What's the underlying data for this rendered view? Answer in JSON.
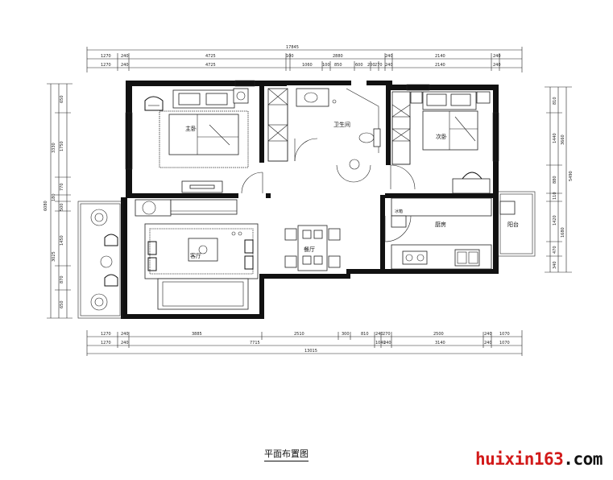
{
  "caption": "平面布置图",
  "watermark": {
    "part1": "huixin163",
    "part2": ".com"
  },
  "rooms": {
    "master_bedroom": "主卧",
    "bathroom": "卫生间",
    "second_bedroom": "次卧",
    "living": "客厅",
    "dining": "餐厅",
    "kitchen": "厨房",
    "balcony": "阳台",
    "fridge": "冰箱"
  },
  "dims_top_total": "17845",
  "dims_top_row1": [
    "1270",
    "240",
    "4725",
    "100",
    "2880",
    "240",
    "2140",
    "240"
  ],
  "dims_top_row2": [
    "1270",
    "240",
    "4725",
    "1060",
    "100",
    "850",
    "600",
    "200",
    "270",
    "240",
    "2140",
    "240"
  ],
  "dims_bottom_row1": [
    "1270",
    "240",
    "3885",
    "2510",
    "300",
    "810",
    "240",
    "270",
    "2500",
    "240",
    "1070"
  ],
  "dims_bottom_row2": [
    "1270",
    "240",
    "7715",
    "1040",
    "240",
    "3140",
    "240",
    "1070"
  ],
  "dims_bottom_total": "13015",
  "dims_left": [
    "650",
    "3330",
    "1750",
    "180",
    "770",
    "500",
    "3025",
    "1450",
    "870",
    "650",
    "6080"
  ],
  "dims_right": [
    "810",
    "1440",
    "3660",
    "880",
    "110",
    "5490",
    "1420",
    "1680",
    "470",
    "340"
  ],
  "colors": {
    "wall": "#111111",
    "watermark_red": "#d21a1a",
    "watermark_black": "#111111"
  }
}
